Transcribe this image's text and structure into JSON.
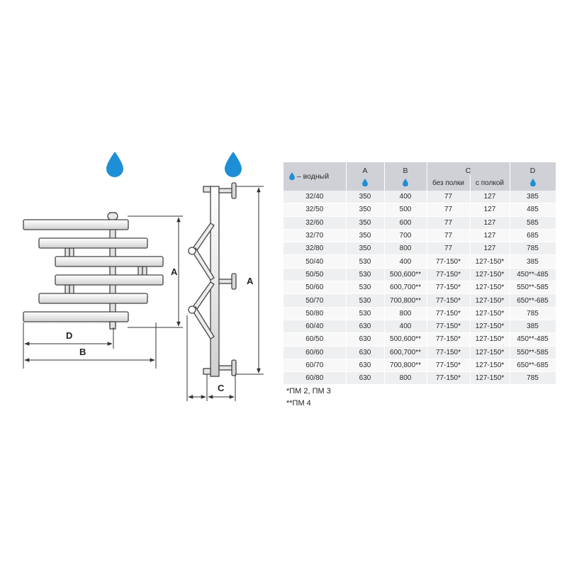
{
  "colors": {
    "water_drop": "#1e8fd6",
    "header_bg": "#cfd1d6",
    "row_odd": "#eeeff1",
    "row_even": "#f8f8f9",
    "line": "#444444"
  },
  "icons": {
    "drop": "water-drop-icon"
  },
  "drawing": {
    "label_A_left": "A",
    "label_A_right": "A",
    "label_B": "B",
    "label_C": "C",
    "label_D": "D"
  },
  "table": {
    "legend_label": "– водный",
    "col_A": "A",
    "col_B": "B",
    "col_C": "C",
    "col_C_sub1": "без полки",
    "col_C_sub2": "с полкой",
    "col_D": "D",
    "rows": [
      [
        "32/40",
        "350",
        "400",
        "77",
        "127",
        "385"
      ],
      [
        "32/50",
        "350",
        "500",
        "77",
        "127",
        "485"
      ],
      [
        "32/60",
        "350",
        "600",
        "77",
        "127",
        "585"
      ],
      [
        "32/70",
        "350",
        "700",
        "77",
        "127",
        "685"
      ],
      [
        "32/80",
        "350",
        "800",
        "77",
        "127",
        "785"
      ],
      [
        "50/40",
        "530",
        "400",
        "77-150*",
        "127-150*",
        "385"
      ],
      [
        "50/50",
        "530",
        "500,600**",
        "77-150*",
        "127-150*",
        "450**-485"
      ],
      [
        "50/60",
        "530",
        "600,700**",
        "77-150*",
        "127-150*",
        "550**-585"
      ],
      [
        "50/70",
        "530",
        "700,800**",
        "77-150*",
        "127-150*",
        "650**-685"
      ],
      [
        "50/80",
        "530",
        "800",
        "77-150*",
        "127-150*",
        "785"
      ],
      [
        "60/40",
        "630",
        "400",
        "77-150*",
        "127-150*",
        "385"
      ],
      [
        "60/50",
        "630",
        "500,600**",
        "77-150*",
        "127-150*",
        "450**-485"
      ],
      [
        "60/60",
        "630",
        "600,700**",
        "77-150*",
        "127-150*",
        "550**-585"
      ],
      [
        "60/70",
        "630",
        "700,800**",
        "77-150*",
        "127-150*",
        "650**-685"
      ],
      [
        "60/80",
        "630",
        "800",
        "77-150*",
        "127-150*",
        "785"
      ]
    ]
  },
  "footnotes": [
    "*ПМ 2, ПМ 3",
    "**ПМ 4"
  ]
}
